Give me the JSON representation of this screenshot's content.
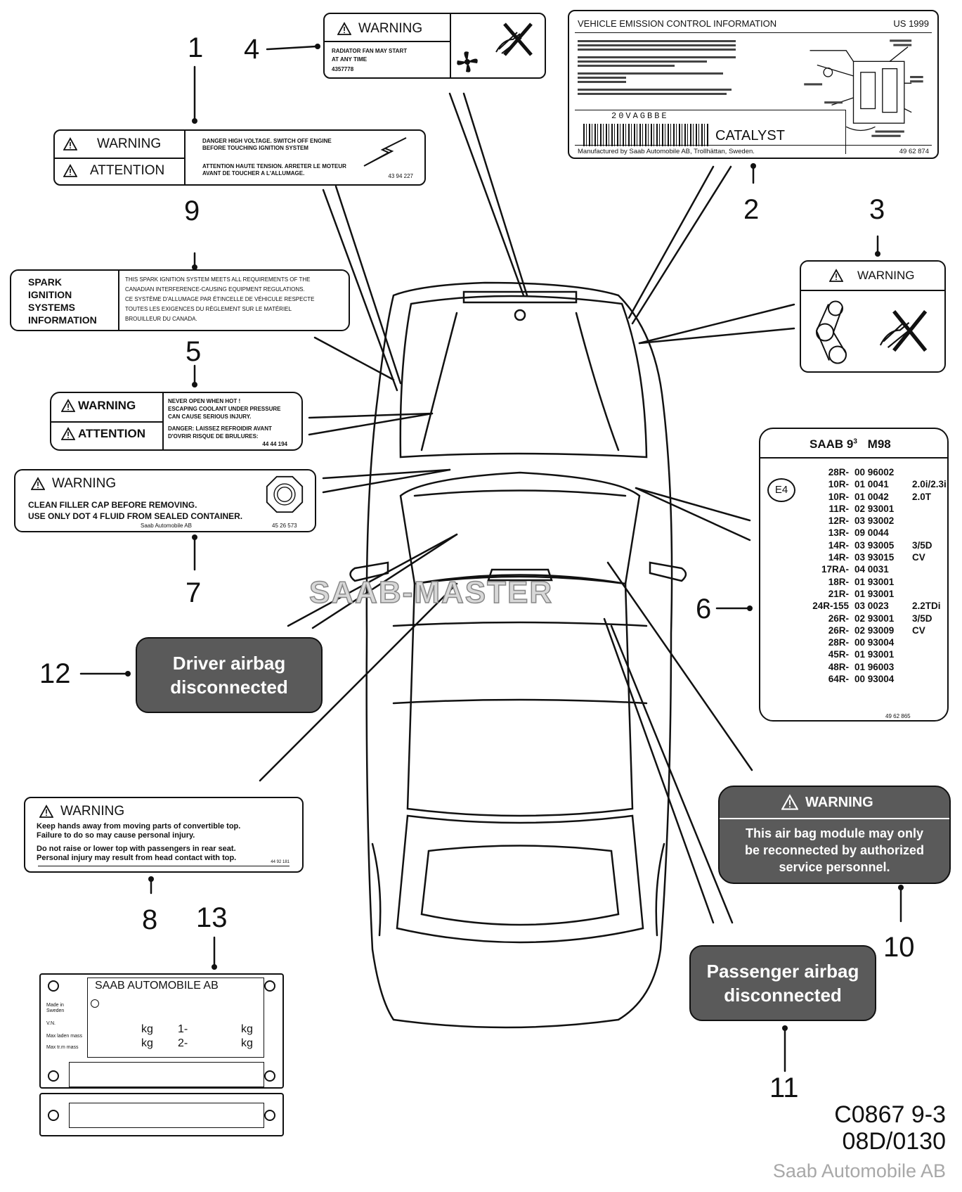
{
  "callouts": [
    "1",
    "2",
    "3",
    "4",
    "5",
    "6",
    "7",
    "8",
    "9",
    "10",
    "11",
    "12",
    "13"
  ],
  "watermark": "SAAB-MASTER",
  "footer": {
    "code1": "C0867 9-3",
    "code2": "08D/0130",
    "copyright": "Saab Automobile AB"
  },
  "label1": {
    "warning": "WARNING",
    "attention": "ATTENTION",
    "text_en_1": "DANGER HIGH VOLTAGE. SWITCH OFF ENGINE",
    "text_en_2": "BEFORE TOUCHING IGNITION SYSTEM",
    "text_fr_1": "ATTENTION HAUTE TENSION. ARRETER LE MOTEUR",
    "text_fr_2": "AVANT DE TOUCHER A L'ALLUMAGE.",
    "part_no": "43 94 227"
  },
  "label2": {
    "title": "VEHICLE EMISSION CONTROL INFORMATION",
    "year": "US 1999",
    "code": "20VAGBBE",
    "catalyst": "CATALYST",
    "manufacturer": "Manufactured by Saab Automobile AB, Trollhättan, Sweden.",
    "part_no": "49 62 874"
  },
  "label3": {
    "warning": "WARNING"
  },
  "label4": {
    "warning": "WARNING",
    "line1": "RADIATOR FAN MAY START",
    "line2": "AT ANY TIME",
    "part_no": "4357778"
  },
  "label5": {
    "warning": "WARNING",
    "attention": "ATTENTION",
    "en_1": "NEVER OPEN WHEN HOT !",
    "en_2": "ESCAPING COOLANT UNDER PRESSURE",
    "en_3": "CAN CAUSE SERIOUS INJURY.",
    "fr_1": "DANGER: LAISSEZ REFROIDIR AVANT",
    "fr_2": "D'OVRIR RISQUE DE BRULURES:",
    "part_no": "44  44  194"
  },
  "label6": {
    "title": "SAAB 9",
    "sup": "3",
    "model": "M98",
    "mark": "E4",
    "rows": [
      {
        "reg": "28R-",
        "no": "00 96002",
        "note": ""
      },
      {
        "reg": "10R-",
        "no": "01 0041",
        "note": "2.0i/2.3i"
      },
      {
        "reg": "10R-",
        "no": "01 0042",
        "note": "2.0T"
      },
      {
        "reg": "11R-",
        "no": "02 93001",
        "note": ""
      },
      {
        "reg": "12R-",
        "no": "03 93002",
        "note": ""
      },
      {
        "reg": "13R-",
        "no": "09 0044",
        "note": ""
      },
      {
        "reg": "14R-",
        "no": "03 93005",
        "note": "3/5D"
      },
      {
        "reg": "14R-",
        "no": "03 93015",
        "note": "CV"
      },
      {
        "reg": "17RA-",
        "no": "04 0031",
        "note": ""
      },
      {
        "reg": "18R-",
        "no": "01 93001",
        "note": ""
      },
      {
        "reg": "21R-",
        "no": "01 93001",
        "note": ""
      },
      {
        "reg": "24R-155",
        "no": "03 0023",
        "note": "2.2TDi"
      },
      {
        "reg": "26R-",
        "no": "02 93001",
        "note": "3/5D"
      },
      {
        "reg": "26R-",
        "no": "02 93009",
        "note": "CV"
      },
      {
        "reg": "28R-",
        "no": "00 93004",
        "note": ""
      },
      {
        "reg": "45R-",
        "no": "01 93001",
        "note": ""
      },
      {
        "reg": "48R-",
        "no": "01 96003",
        "note": ""
      },
      {
        "reg": "64R-",
        "no": "00 93004",
        "note": ""
      }
    ],
    "part_no": "49 62 865"
  },
  "label7": {
    "warning": "WARNING",
    "line1": "CLEAN FILLER CAP BEFORE REMOVING.",
    "line2": "USE ONLY DOT 4 FLUID FROM SEALED CONTAINER.",
    "maker": "Saab Automobile AB",
    "part_no": "45 26 573"
  },
  "label8": {
    "warning": "WARNING",
    "line1": "Keep hands away from moving parts of convertible top.",
    "line2": "Failure to do so may cause personal injury.",
    "line3": "Do not raise or lower top with passengers in rear seat.",
    "line4": "Personal injury may result from head contact with top.",
    "part_no": "44 92 181"
  },
  "label9": {
    "left1": "SPARK",
    "left2": "IGNITION",
    "left3": "SYSTEMS",
    "left4": "INFORMATION",
    "r1": "THIS SPARK IGNITION SYSTEM MEETS ALL REQUIREMENTS OF THE",
    "r2": "CANADIAN INTERFERENCE-CAUSING EQUIPMENT REGULATIONS.",
    "r3": "CE SYSTÈME D'ALLUMAGE PAR ÉTINCELLE DE VÉHICULE RESPECTE",
    "r4": "TOUTES LES EXIGENCES DU RÈGLEMENT SUR LE MATÉRIEL",
    "r5": "BROUILLEUR DU CANADA."
  },
  "label10": {
    "warning": "WARNING",
    "line1": "This air bag module may only",
    "line2": "be reconnected by authorized",
    "line3": "service personnel."
  },
  "label11": {
    "line1": "Passenger airbag",
    "line2": "disconnected"
  },
  "label12": {
    "line1": "Driver airbag",
    "line2": "disconnected"
  },
  "label13": {
    "title": "SAAB AUTOMOBILE AB",
    "made_in": "Made in Sweden",
    "vin": "V.N.",
    "max_laden": "Max laden mass",
    "max_tr": "Max tr.m mass",
    "kg": "kg",
    "axle1": "1-",
    "axle2": "2-"
  },
  "colors": {
    "dark_label": "#5a5a5a",
    "ink": "#111111"
  }
}
